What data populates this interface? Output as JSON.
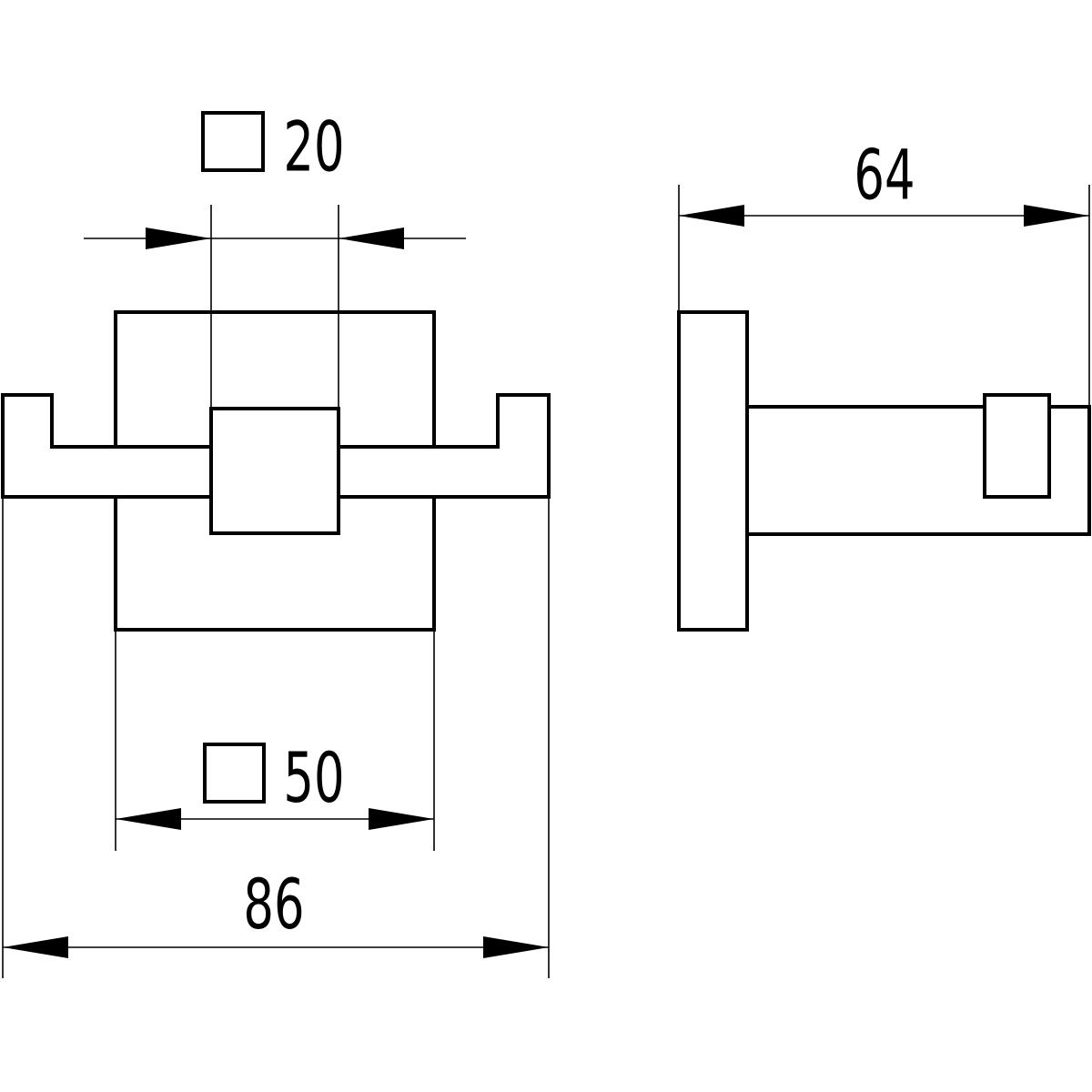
{
  "drawing": {
    "views": [
      "front-view",
      "side-view"
    ],
    "dimensions": {
      "hook_square": {
        "symbol": "square",
        "value": "20"
      },
      "plate_square": {
        "symbol": "square",
        "value": "50"
      },
      "overall_width": {
        "value": "86"
      },
      "projection": {
        "value": "64"
      }
    },
    "line_color": "#000000",
    "background": "#ffffff"
  }
}
